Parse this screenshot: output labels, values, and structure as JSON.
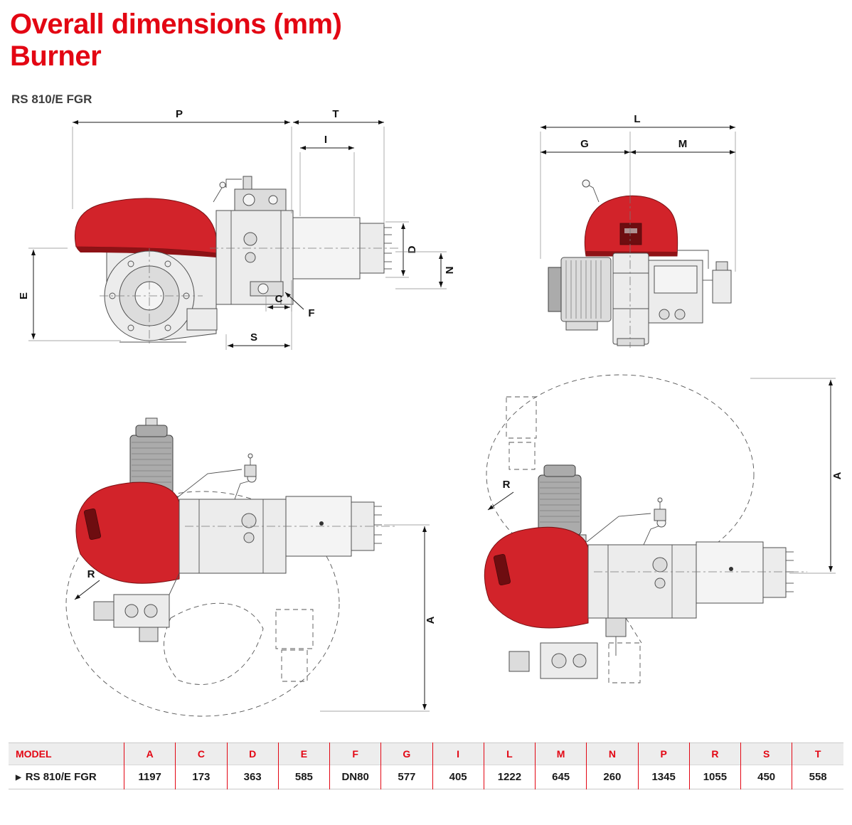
{
  "page": {
    "title_line1": "Overall dimensions (mm)",
    "title_line2": "Burner",
    "model_label": "RS 810/E FGR"
  },
  "dims": {
    "P": "P",
    "T": "T",
    "I": "I",
    "D": "D",
    "N": "N",
    "E": "E",
    "C": "C",
    "F": "F",
    "S": "S",
    "L": "L",
    "G": "G",
    "M": "M",
    "R": "R",
    "A": "A"
  },
  "table": {
    "row_marker": "▶",
    "columns": [
      "MODEL",
      "A",
      "C",
      "D",
      "E",
      "F",
      "G",
      "I",
      "L",
      "M",
      "N",
      "P",
      "R",
      "S",
      "T"
    ],
    "rows": [
      {
        "model": "RS 810/E FGR",
        "values": [
          "1197",
          "173",
          "363",
          "585",
          "DN80",
          "577",
          "405",
          "1222",
          "645",
          "260",
          "1345",
          "1055",
          "450",
          "558"
        ]
      }
    ]
  },
  "colors": {
    "accent": "#e30613",
    "burner_red": "#d2232a"
  }
}
